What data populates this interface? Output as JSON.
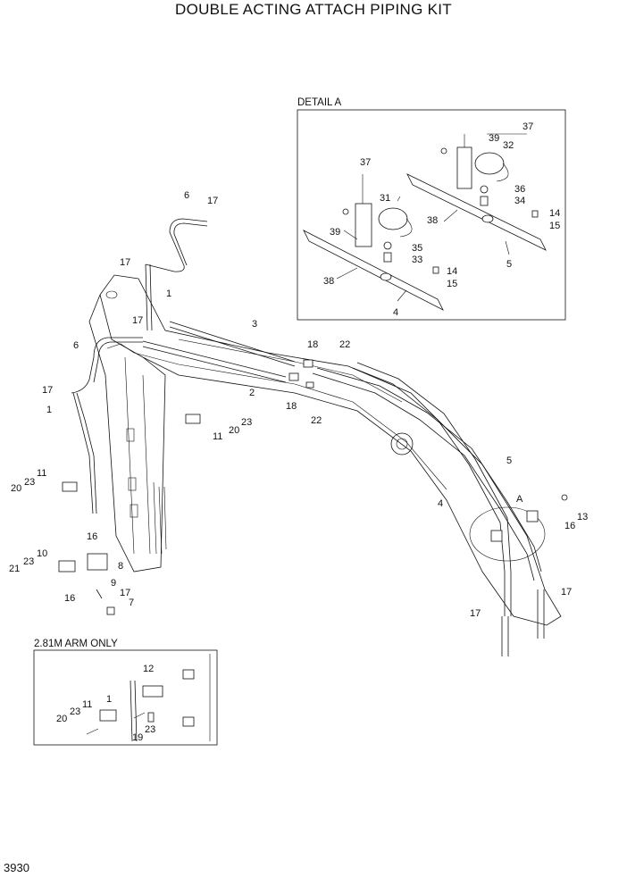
{
  "title": "DOUBLE ACTING ATTACH PIPING KIT",
  "page_number": "3930",
  "detail_a": {
    "label": "DETAIL  A",
    "callouts": [
      "37",
      "39",
      "32",
      "36",
      "34",
      "38",
      "14",
      "15",
      "5",
      "37",
      "31",
      "39",
      "35",
      "33",
      "14",
      "15",
      "38",
      "4"
    ]
  },
  "inset_281": {
    "label": "2.81M ARM ONLY",
    "callouts": [
      "12",
      "1",
      "11",
      "23",
      "20",
      "23",
      "19"
    ]
  },
  "main_callouts": [
    "6",
    "17",
    "17",
    "1",
    "17",
    "6",
    "17",
    "1",
    "3",
    "18",
    "22",
    "2",
    "18",
    "22",
    "23",
    "20",
    "11",
    "11",
    "23",
    "20",
    "5",
    "4",
    "A",
    "13",
    "16",
    "16",
    "10",
    "23",
    "21",
    "8",
    "9",
    "17",
    "16",
    "7",
    "17",
    "17"
  ]
}
